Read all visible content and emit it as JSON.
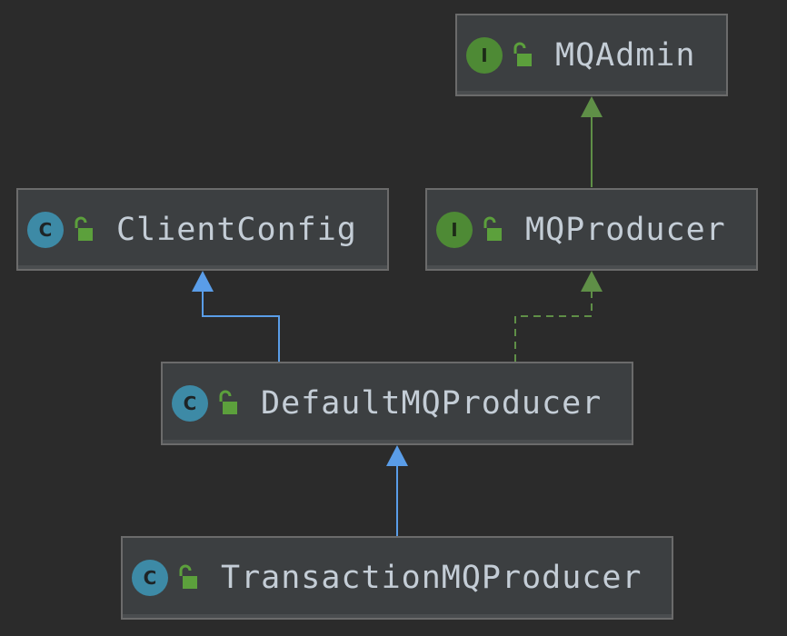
{
  "diagram": {
    "nodes": [
      {
        "id": "mqadmin",
        "name": "MQAdmin",
        "kind": "interface",
        "kind_letter": "I"
      },
      {
        "id": "clientconfig",
        "name": "ClientConfig",
        "kind": "class",
        "kind_letter": "C"
      },
      {
        "id": "mqproducer",
        "name": "MQProducer",
        "kind": "interface",
        "kind_letter": "I"
      },
      {
        "id": "defaultmqproducer",
        "name": "DefaultMQProducer",
        "kind": "class",
        "kind_letter": "C"
      },
      {
        "id": "transactionmqproducer",
        "name": "TransactionMQProducer",
        "kind": "class",
        "kind_letter": "C"
      }
    ],
    "edges": [
      {
        "from": "MQProducer",
        "to": "MQAdmin",
        "relation": "extends"
      },
      {
        "from": "DefaultMQProducer",
        "to": "ClientConfig",
        "relation": "extends"
      },
      {
        "from": "DefaultMQProducer",
        "to": "MQProducer",
        "relation": "implements"
      },
      {
        "from": "TransactionMQProducer",
        "to": "DefaultMQProducer",
        "relation": "extends"
      }
    ],
    "colors": {
      "background": "#2b2b2b",
      "node_fill": "#3c3f41",
      "class_badge": "#3d8aa6",
      "interface_badge": "#4e8a35",
      "extends_class_arrow": "#5a9de8",
      "interface_arrow": "#5f8f47",
      "lock": "#5ca03c"
    },
    "icons": {
      "class_badge": "class-icon",
      "interface_badge": "interface-icon",
      "visibility": "unlocked-padlock-icon"
    }
  }
}
